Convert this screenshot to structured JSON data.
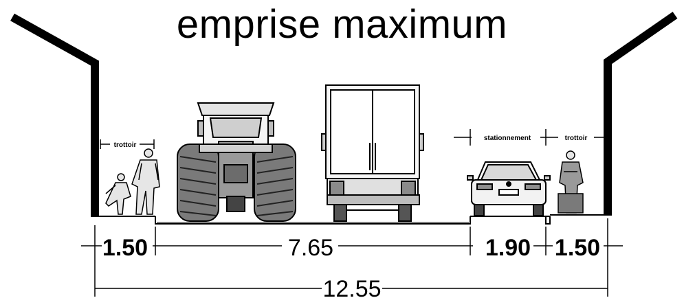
{
  "title": "emprise maximum",
  "zones": {
    "sidewalk_left": "trottoir",
    "parking": "stationnement",
    "sidewalk_right": "trottoir"
  },
  "dimensions": {
    "sidewalk_left": "1.50",
    "roadway": "7.65",
    "parking": "1.90",
    "sidewalk_right": "1.50",
    "total": "12.55"
  },
  "colors": {
    "ink": "#000000",
    "fill_light": "#dcdcdc",
    "fill_mid": "#9a9a9a"
  },
  "icons": [
    "tractor-icon",
    "truck-icon",
    "car-icon",
    "pedestrian-icon"
  ]
}
